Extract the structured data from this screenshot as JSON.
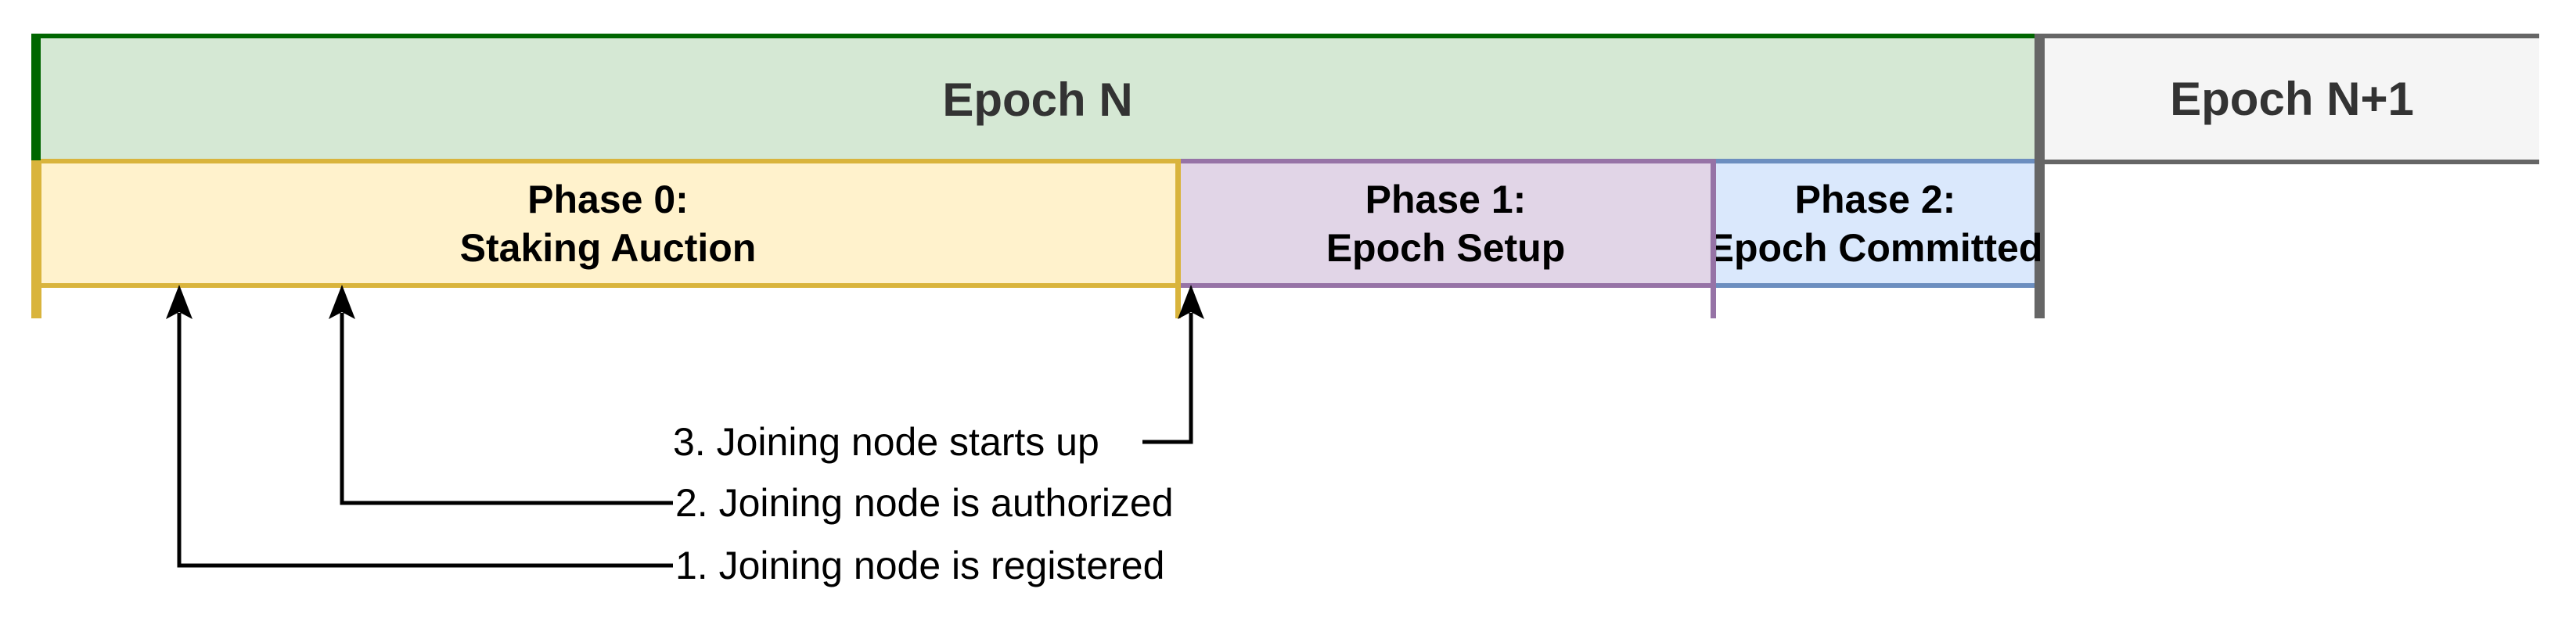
{
  "colors": {
    "green_fill": "#d5e8d4",
    "green_border": "#006600",
    "yellow_fill": "#fff2cc",
    "yellow_border": "#d9b43c",
    "purple_fill": "#e1d5e7",
    "purple_border": "#9673a6",
    "blue_fill": "#dae8fc",
    "blue_border": "#6c8ebf",
    "gray_fill": "#f5f5f5",
    "gray_border": "#666666",
    "epoch_text": "#333333",
    "phase_text": "#000000",
    "arrow": "#000000"
  },
  "timeline": {
    "epochs": [
      {
        "label": "Epoch N"
      },
      {
        "label": "Epoch N+1"
      }
    ],
    "phases": [
      {
        "title": "Phase 0:",
        "subtitle": "Staking Auction"
      },
      {
        "title": "Phase 1:",
        "subtitle": "Epoch Setup"
      },
      {
        "title": "Phase 2:",
        "subtitle": "Epoch Committed"
      }
    ]
  },
  "events": [
    {
      "label": "1. Joining node is registered"
    },
    {
      "label": "2. Joining node is authorized"
    },
    {
      "label": "3. Joining node starts up"
    }
  ]
}
